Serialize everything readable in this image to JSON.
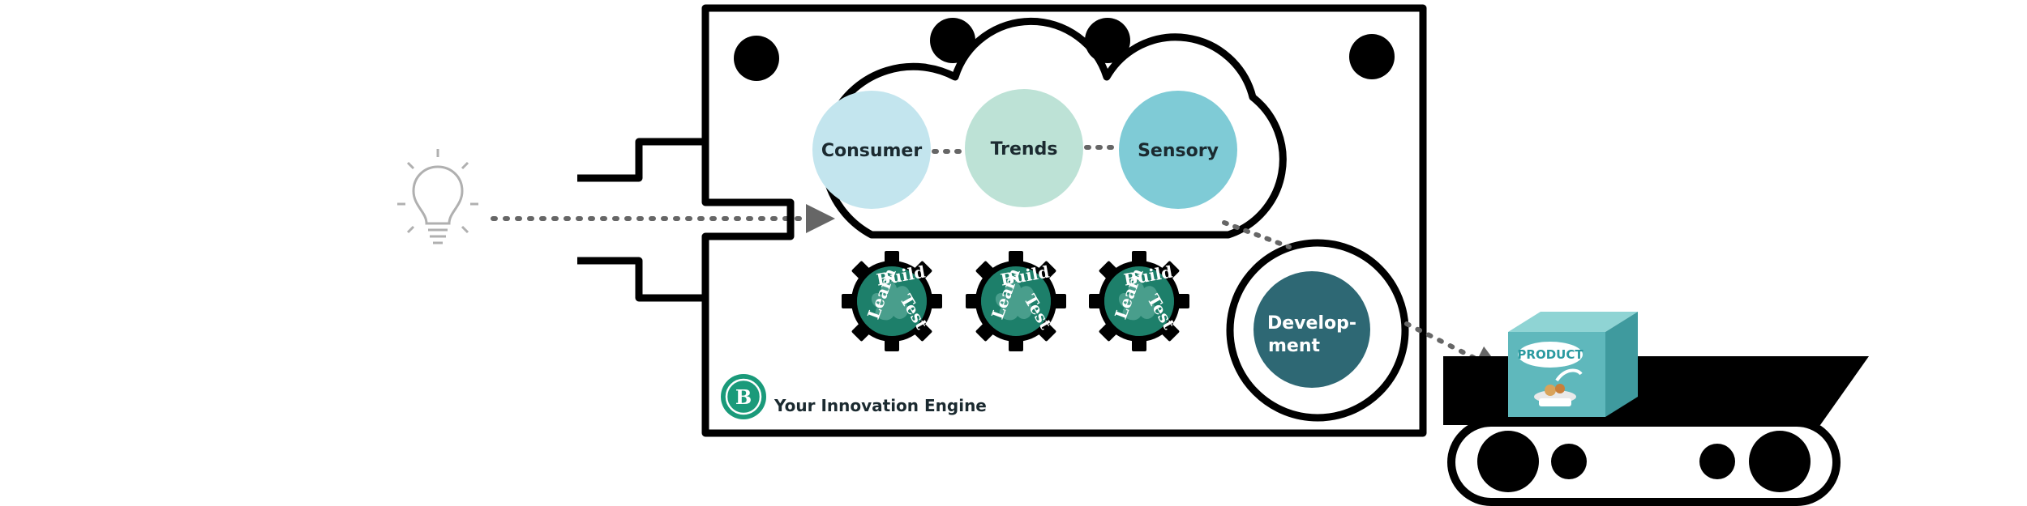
{
  "stages": [
    {
      "label": "Consumer",
      "color": "#c3e5ee"
    },
    {
      "label": "Trends",
      "color": "#bde2d6"
    },
    {
      "label": "Sensory",
      "color": "#7fcbd6"
    }
  ],
  "development": {
    "label_line1": "Develop-",
    "label_line2": "ment",
    "color": "#2e6874"
  },
  "gear": {
    "word1": "Learn",
    "word2": "Build",
    "word3": "Test",
    "color": "#1e7f6a"
  },
  "product": {
    "label": "PRODUCT",
    "box_color": "#5fb8bc"
  },
  "engine": {
    "caption": "Your Innovation Engine",
    "logo_letter": "B",
    "logo_color": "#1a9a7a"
  },
  "icons": [
    "lightbulb-icon",
    "brand-logo-icon",
    "arrow-head-icon"
  ]
}
